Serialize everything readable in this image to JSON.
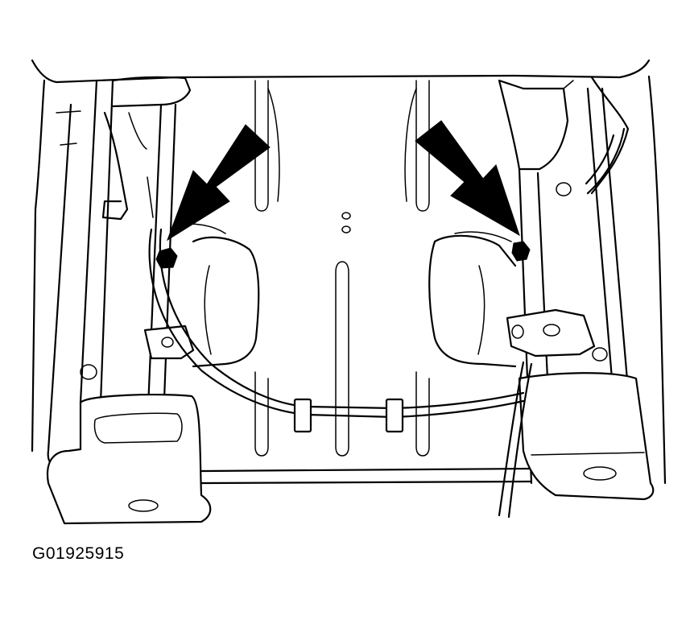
{
  "figure": {
    "caption": "G01925915",
    "colors": {
      "line": "#000000",
      "background": "#ffffff"
    }
  },
  "callouts": [
    {
      "name": "left-arrow",
      "icon": "arrow-down-left-icon"
    },
    {
      "name": "right-arrow",
      "icon": "arrow-down-right-icon"
    }
  ]
}
